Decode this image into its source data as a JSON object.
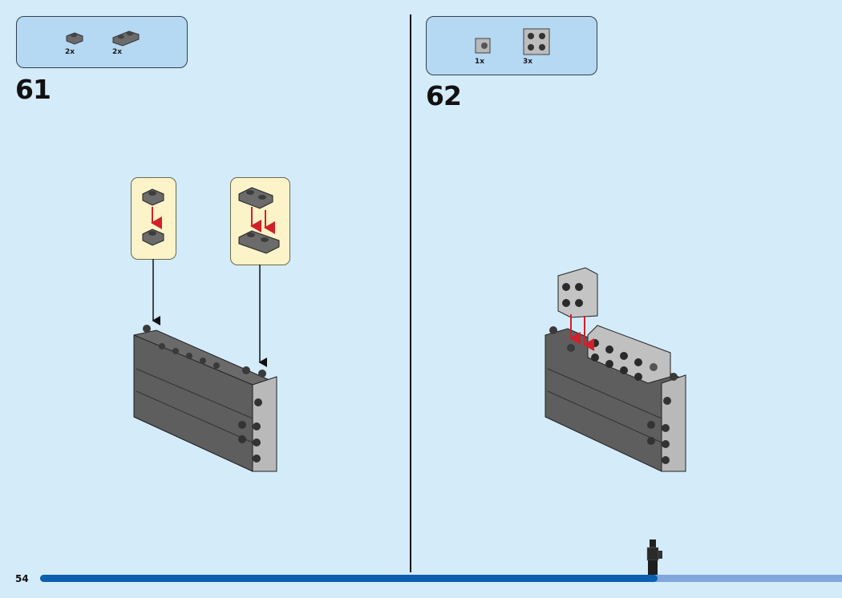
{
  "page_number": "54",
  "progress_fraction": 0.77,
  "colors": {
    "background": "#d4ebfa",
    "parts_box": "#b5d8f3",
    "progress_done": "#0b5fad",
    "progress_remaining": "#80a6dc",
    "arrow": "#d0202a"
  },
  "steps": [
    {
      "number": "61",
      "parts": [
        {
          "qty": "2x",
          "icon": "plate-1x1-dark-gray"
        },
        {
          "qty": "2x",
          "icon": "plate-1x2-dark-gray"
        }
      ]
    },
    {
      "number": "62",
      "parts": [
        {
          "qty": "1x",
          "icon": "brick-1x1-stud-side-light-gray"
        },
        {
          "qty": "3x",
          "icon": "brick-1x2-studs-side-light-gray"
        }
      ]
    }
  ]
}
